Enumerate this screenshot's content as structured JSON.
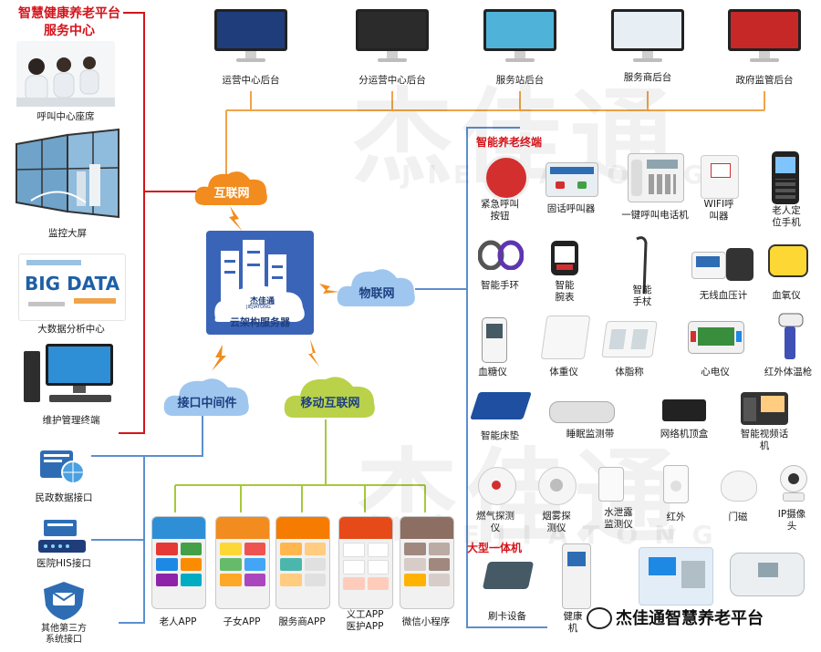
{
  "platform_title": [
    "智慧健康养老平台",
    "服务中心"
  ],
  "left_column": [
    {
      "key": "call_center",
      "label": "呼叫中心座席"
    },
    {
      "key": "video_wall",
      "label": "监控大屏"
    },
    {
      "key": "big_data_center",
      "label": "大数据分析中心"
    },
    {
      "key": "maintenance",
      "label": "维护管理终端"
    }
  ],
  "big_data_image_text": "BIG DATA",
  "backends": [
    {
      "key": "ops_center",
      "label": "运营中心后台",
      "accent": "#1f3d7a"
    },
    {
      "key": "sub_ops_center",
      "label": "分运营中心后台",
      "accent": "#2b2b2b"
    },
    {
      "key": "service_station",
      "label": "服务站后台",
      "accent": "#4fb3d9"
    },
    {
      "key": "service_provider",
      "label": "服务商后台",
      "accent": "#e7eef4"
    },
    {
      "key": "gov_supervision",
      "label": "政府监管后台",
      "accent": "#c62828"
    }
  ],
  "clouds": {
    "internet": "互联网",
    "iot": "物联网",
    "interface_middleware": "接口中间件",
    "mobile_internet": "移动互联网"
  },
  "server": {
    "label": "云架构服务器",
    "logo_cn": "杰佳通",
    "logo_en": "JIEJIATONG"
  },
  "interfaces": [
    {
      "key": "civil_affairs",
      "label": "民政数据接口"
    },
    {
      "key": "hospital_his",
      "label": "医院HIS接口"
    },
    {
      "key": "third_party",
      "label": "其他第三方\n系统接口"
    }
  ],
  "apps": [
    {
      "key": "elder_app",
      "label": "老人APP"
    },
    {
      "key": "children_app",
      "label": "子女APP"
    },
    {
      "key": "provider_app",
      "label": "服务商APP"
    },
    {
      "key": "volunteer_app",
      "label": "义工APP\n医护APP"
    },
    {
      "key": "wechat_mini",
      "label": "微信小程序"
    }
  ],
  "terminals_title": "智能养老终端",
  "terminals": [
    {
      "key": "emergency_button",
      "label": "紧急呼叫\n按钮"
    },
    {
      "key": "fixed_caller",
      "label": "固话呼叫器"
    },
    {
      "key": "one_key_phone",
      "label": "一键呼叫电话机"
    },
    {
      "key": "wifi_caller",
      "label": "WIFI呼\n叫器"
    },
    {
      "key": "locator_phone",
      "label": "老人定\n位手机"
    },
    {
      "key": "smart_band",
      "label": "智能手环"
    },
    {
      "key": "smart_watch",
      "label": "智能\n腕表"
    },
    {
      "key": "smart_cane",
      "label": "智能\n手杖"
    },
    {
      "key": "bp_monitor",
      "label": "无线血压计"
    },
    {
      "key": "oximeter",
      "label": "血氧仪"
    },
    {
      "key": "glucometer",
      "label": "血糖仪"
    },
    {
      "key": "weight_scale",
      "label": "体重仪"
    },
    {
      "key": "body_fat_scale",
      "label": "体脂称"
    },
    {
      "key": "ecg",
      "label": "心电仪"
    },
    {
      "key": "ir_thermometer",
      "label": "红外体温枪"
    },
    {
      "key": "smart_mattress",
      "label": "智能床垫"
    },
    {
      "key": "sleep_belt",
      "label": "睡眠监测带"
    },
    {
      "key": "set_top_box",
      "label": "网络机顶盒"
    },
    {
      "key": "video_phone",
      "label": "智能视频话\n机"
    },
    {
      "key": "gas_detector",
      "label": "燃气探测\n仪"
    },
    {
      "key": "smoke_detector",
      "label": "烟雾探\n测仪"
    },
    {
      "key": "water_leak",
      "label": "水泄露\n监测仪"
    },
    {
      "key": "infrared",
      "label": "红外"
    },
    {
      "key": "door_magnet",
      "label": "门磁"
    },
    {
      "key": "ip_camera",
      "label": "IP摄像\n头"
    }
  ],
  "all_in_one_title": "大型一体机",
  "all_in_one": [
    {
      "key": "card_reader",
      "label": "刷卡设备"
    },
    {
      "key": "health_kiosk",
      "label": "健康\n机"
    }
  ],
  "brand_overlay": "杰佳通智慧养老平台",
  "watermark": {
    "cn": "杰佳通",
    "en": "JIEJIATONG"
  },
  "colors": {
    "title_red": "#d4141b",
    "orange_line": "#f0a44a",
    "blue_line": "#5b8fd0",
    "green_line": "#a5c93a",
    "server_blue": "#3a64b8",
    "cloud_orange": "#f28c1e",
    "cloud_blue": "#9fc6ee",
    "cloud_green": "#b9d24a"
  }
}
